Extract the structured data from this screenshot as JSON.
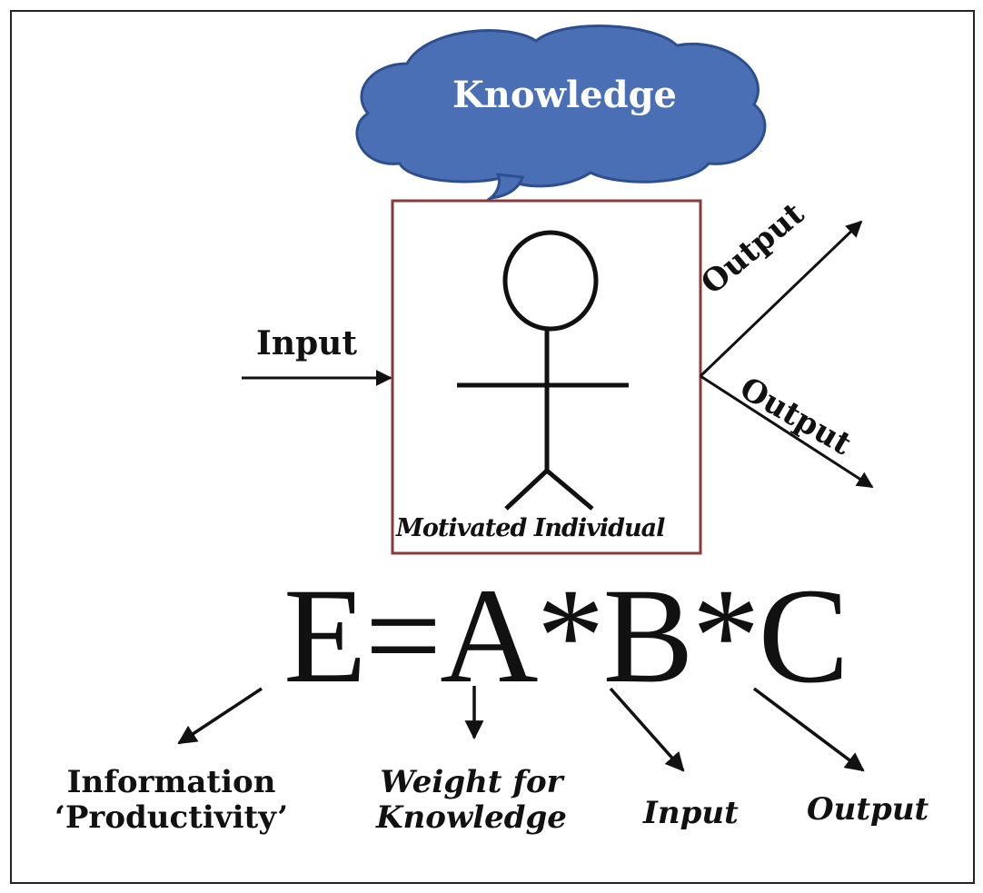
{
  "cloud": {
    "label": "Knowledge",
    "fill_color": "#4a6fb5",
    "stroke_color": "#2e4f8f"
  },
  "box": {
    "caption": "Motivated Individual",
    "border_color": "#8b3a3a"
  },
  "input_label": "Input",
  "outputs": {
    "upper_label": "Output",
    "lower_label": "Output"
  },
  "formula": "E=A*B*C",
  "terms": {
    "e": [
      "Information",
      "‘Productivity’"
    ],
    "a": [
      "Weight for",
      "Knowledge"
    ],
    "b": "Input",
    "c": "Output"
  }
}
